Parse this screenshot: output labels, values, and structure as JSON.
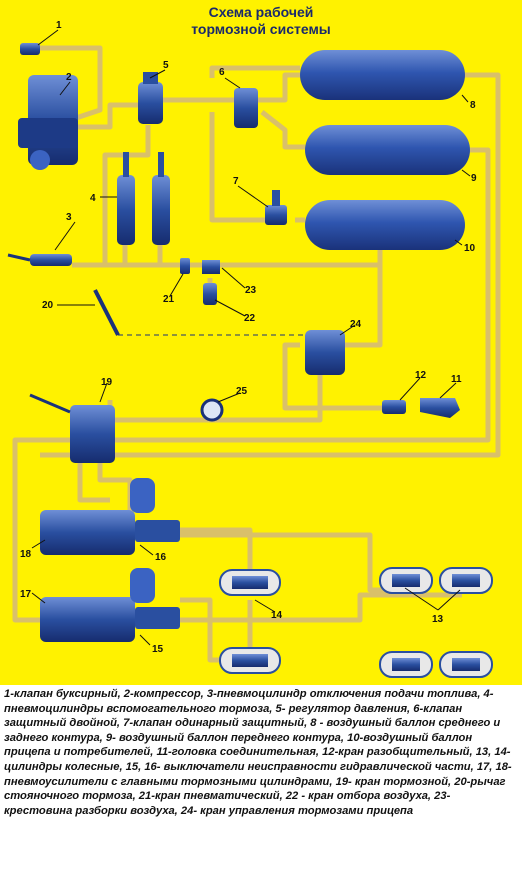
{
  "diagram": {
    "title_line1": "Схема рабочей",
    "title_line2": "тормозной системы",
    "callouts": [
      {
        "id": "c1",
        "text": "1"
      },
      {
        "id": "c2",
        "text": "2"
      },
      {
        "id": "c3",
        "text": "3"
      },
      {
        "id": "c4",
        "text": "4"
      },
      {
        "id": "c5",
        "text": "5"
      },
      {
        "id": "c6",
        "text": "6"
      },
      {
        "id": "c7",
        "text": "7"
      },
      {
        "id": "c8",
        "text": "8"
      },
      {
        "id": "c9",
        "text": "9"
      },
      {
        "id": "c10",
        "text": "10"
      },
      {
        "id": "c11",
        "text": "11"
      },
      {
        "id": "c12",
        "text": "12"
      },
      {
        "id": "c13",
        "text": "13"
      },
      {
        "id": "c14",
        "text": "14"
      },
      {
        "id": "c15",
        "text": "15"
      },
      {
        "id": "c16",
        "text": "16"
      },
      {
        "id": "c17",
        "text": "17"
      },
      {
        "id": "c18",
        "text": "18"
      },
      {
        "id": "c19",
        "text": "19"
      },
      {
        "id": "c20",
        "text": "20"
      },
      {
        "id": "c21",
        "text": "21"
      },
      {
        "id": "c22",
        "text": "22"
      },
      {
        "id": "c23",
        "text": "23"
      },
      {
        "id": "c24",
        "text": "24"
      },
      {
        "id": "c25",
        "text": "25"
      }
    ],
    "colors": {
      "background": "#fff200",
      "pipe": "#f0a830",
      "component": "#2a4fa0",
      "title": "#1a2a6c"
    }
  },
  "caption": "1-клапан буксирный, 2-компрессор, 3-пневмоцилиндр отключения подачи топлива, 4-пневмоцилиндры вспомогательного тормоза, 5- регулятор давления, 6-клапан защитный двойной, 7-клапан одинарный защитный, 8 - воздушный баллон среднего и заднего контура, 9- воздушный баллон переднего контура, 10-воздушный баллон прицепа и потребителей, 11-головка соединительная, 12-кран разобщительный, 13, 14- цилиндры колесные, 15, 16- выключатели неисправности гидравлической части, 17, 18-пневмоусилители с главными тормозными цилиндрами, 19- кран тормозной, 20-рычаг стояночного тормоза, 21-кран пневматический, 22 - кран отбора воздуха, 23- крестовина разборки воздуха, 24- кран управления тормозами прицепа"
}
